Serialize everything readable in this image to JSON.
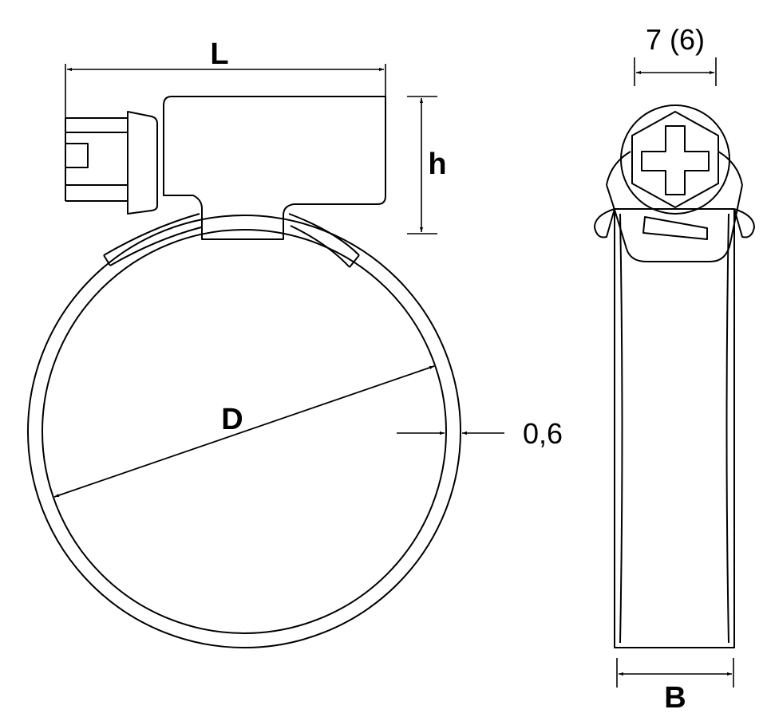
{
  "labels": {
    "length": "L",
    "height": "h",
    "diameter": "D",
    "thickness": "0,6",
    "screw_width": "7 (6)",
    "band_width": "B"
  },
  "colors": {
    "line": "#000000",
    "background": "#ffffff"
  }
}
